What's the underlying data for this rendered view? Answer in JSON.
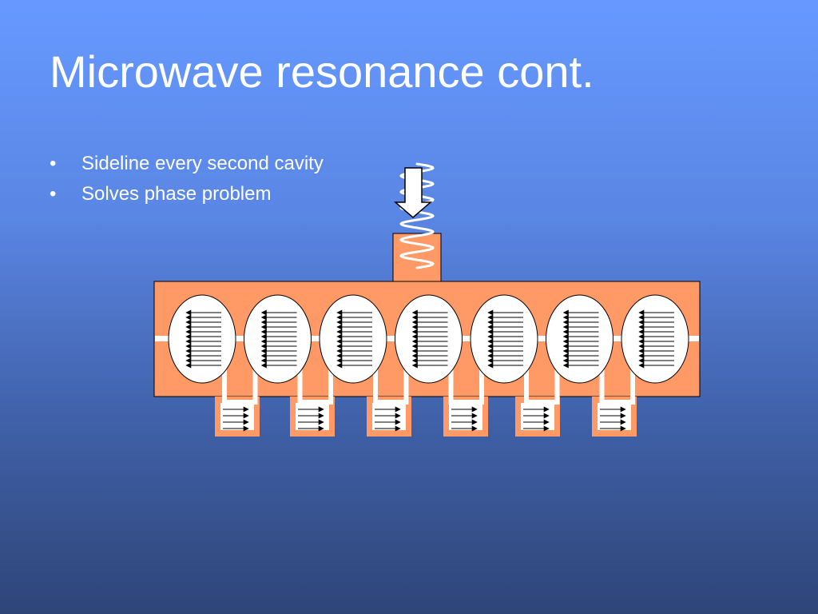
{
  "slide": {
    "title": "Microwave resonance cont.",
    "bullet_glyph": "•",
    "bullets": [
      "Sideline every second cavity",
      "Solves phase problem"
    ]
  },
  "colors": {
    "cavity_body": "#ff9966",
    "outline": "#000000",
    "cavity_interior": "#ffffff",
    "field_arrows": "#000000",
    "wave": "#ffffff"
  },
  "diagram": {
    "main_cavity_count": 7,
    "side_cavity_count": 6,
    "field_lines_per_main_cavity": 12,
    "field_lines_per_side_cavity": 4
  }
}
